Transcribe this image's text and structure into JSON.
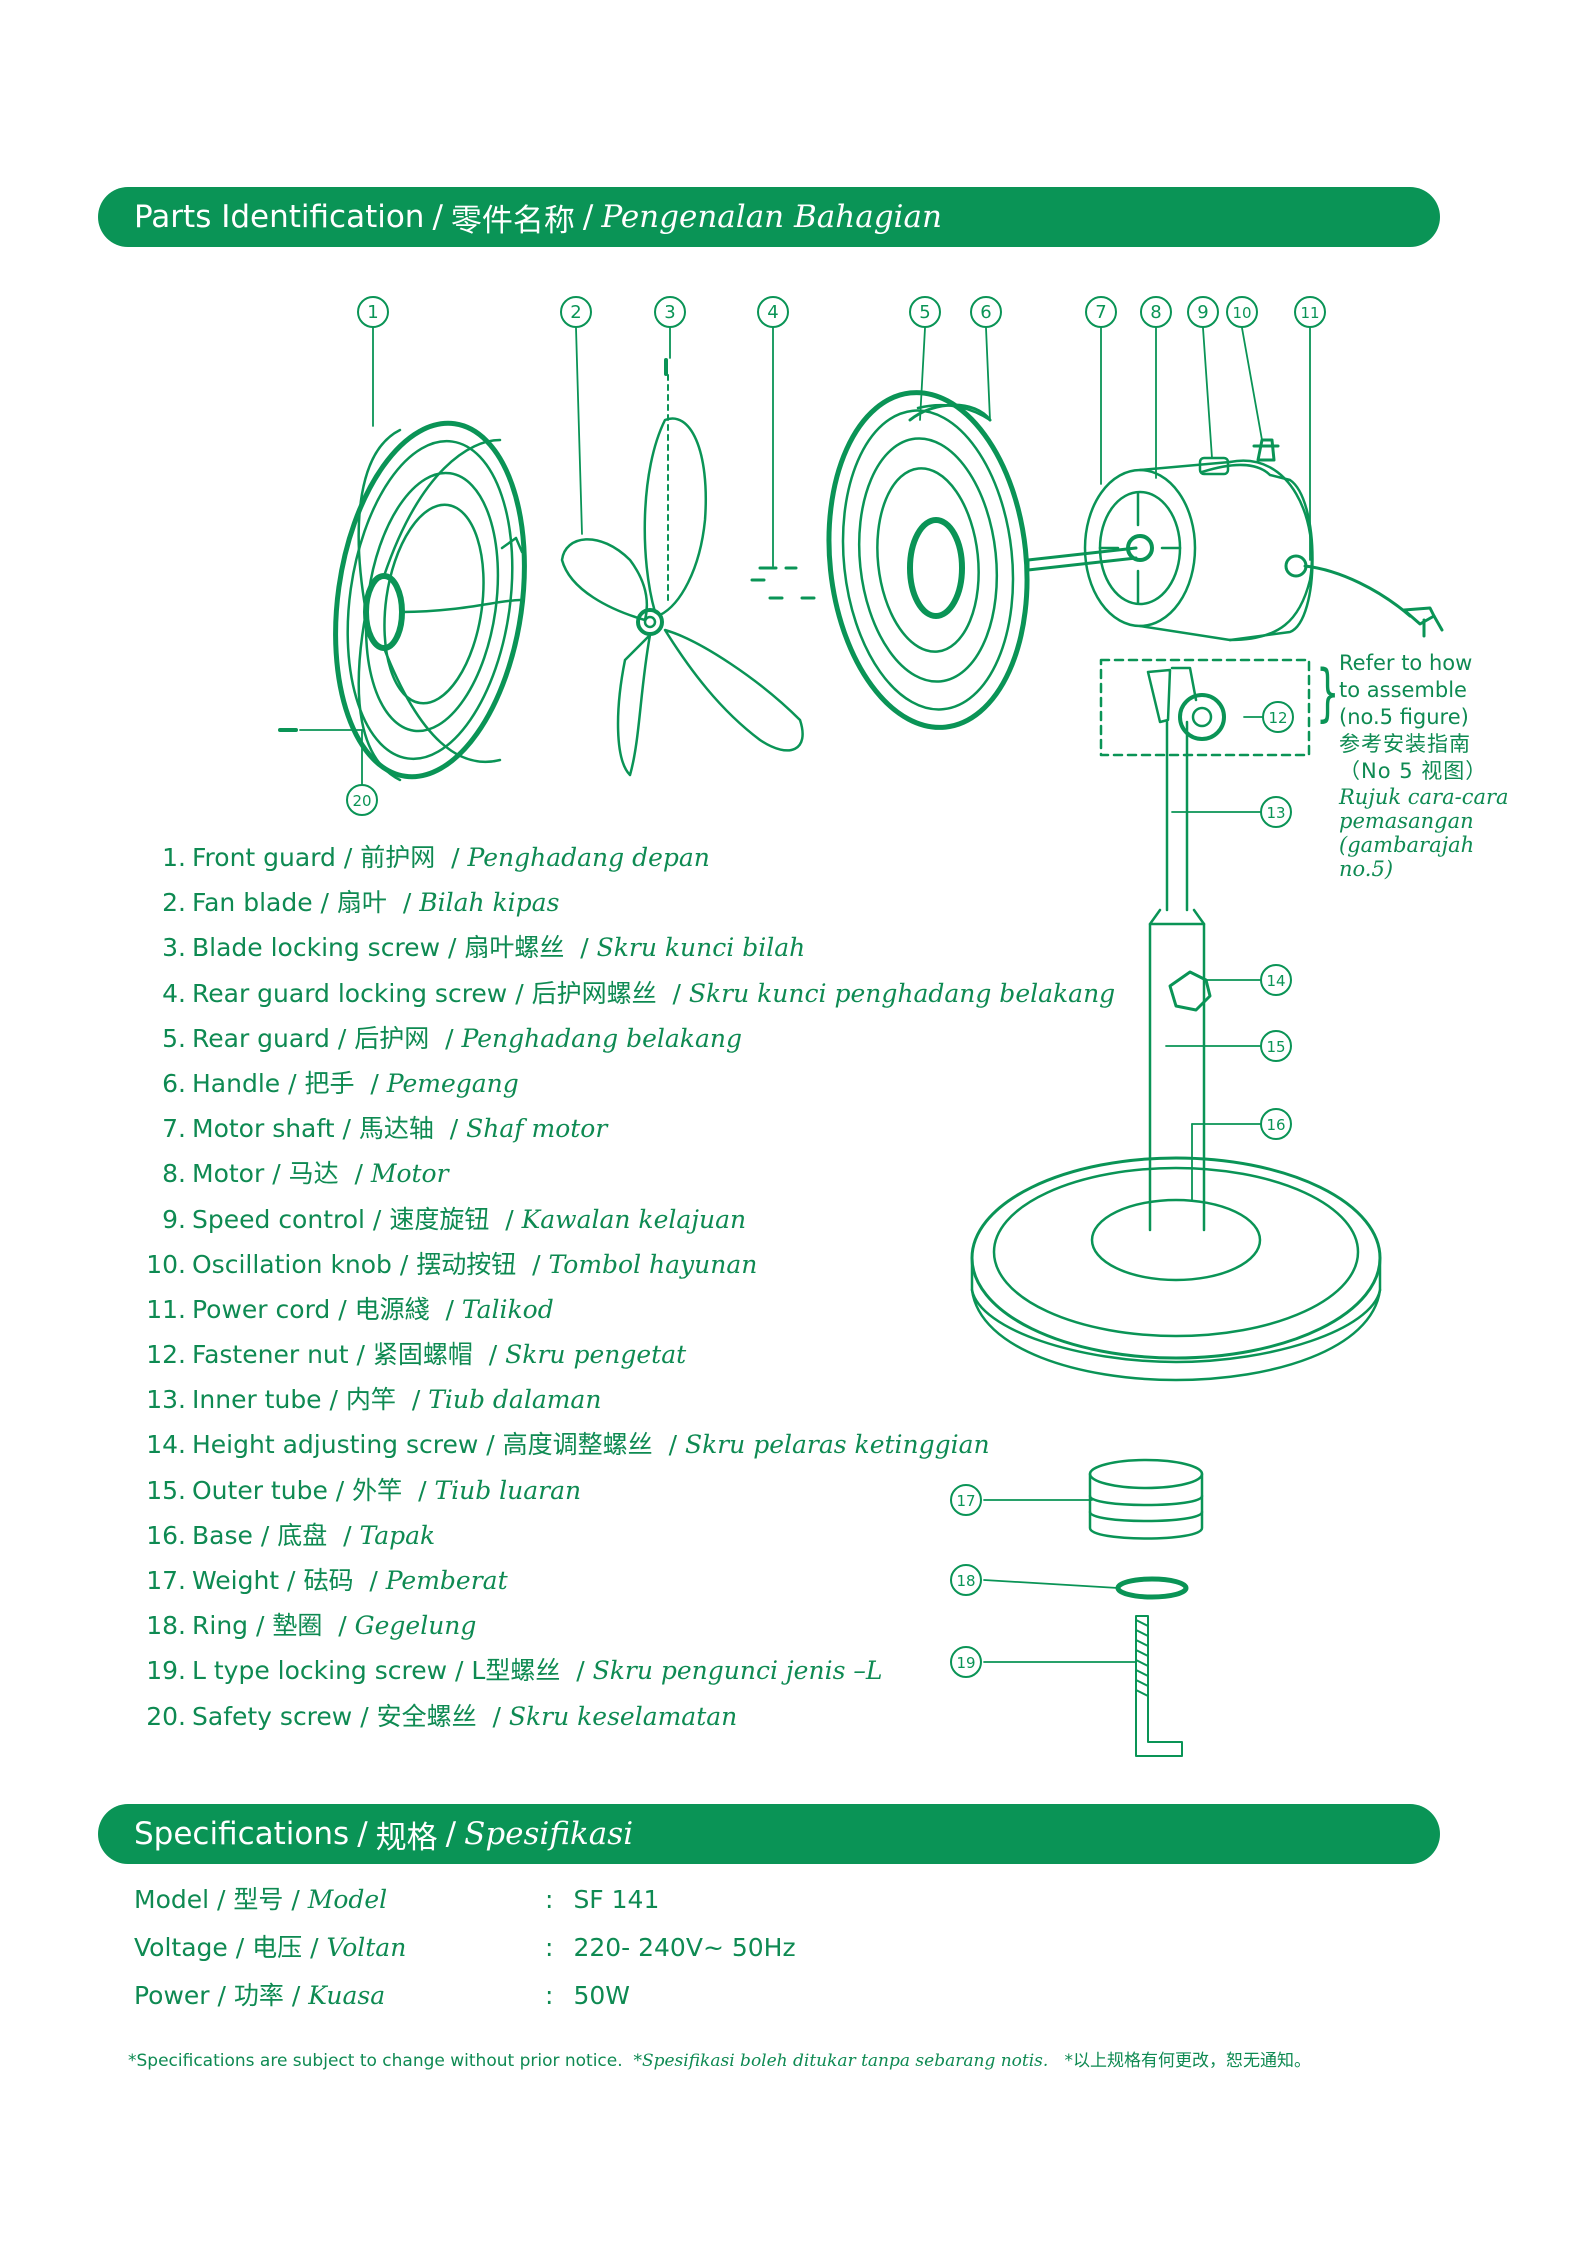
{
  "sections": {
    "parts": {
      "en": "Parts Identification",
      "zh": "零件名称",
      "ms": "Pengenalan Bahagian"
    },
    "specs": {
      "en": "Specifications",
      "zh": "规格",
      "ms": "Spesifikasi"
    }
  },
  "parts": [
    {
      "num": "1.",
      "en": "Front guard",
      "zh": "前护网",
      "ms": "Penghadang depan"
    },
    {
      "num": "2.",
      "en": "Fan blade",
      "zh": "扇叶",
      "ms": "Bilah kipas"
    },
    {
      "num": "3.",
      "en": "Blade locking screw",
      "zh": "扇叶螺丝",
      "ms": "Skru kunci bilah"
    },
    {
      "num": "4.",
      "en": "Rear guard locking screw",
      "zh": "后护网螺丝",
      "ms": "Skru kunci penghadang belakang"
    },
    {
      "num": "5.",
      "en": "Rear guard",
      "zh": "后护网",
      "ms": "Penghadang belakang"
    },
    {
      "num": "6.",
      "en": "Handle",
      "zh": "把手",
      "ms": "Pemegang"
    },
    {
      "num": "7.",
      "en": "Motor shaft",
      "zh": "馬达轴",
      "ms": "Shaf motor"
    },
    {
      "num": "8.",
      "en": "Motor",
      "zh": "马达",
      "ms": "Motor"
    },
    {
      "num": "9.",
      "en": "Speed control",
      "zh": "速度旋钮",
      "ms": "Kawalan kelajuan"
    },
    {
      "num": "10.",
      "en": "Oscillation knob",
      "zh": "摆动按钮",
      "ms": "Tombol hayunan"
    },
    {
      "num": "11.",
      "en": "Power cord",
      "zh": "电源綫",
      "ms": "Talikod"
    },
    {
      "num": "12.",
      "en": "Fastener nut",
      "zh": "紧固螺帽",
      "ms": "Skru pengetat"
    },
    {
      "num": "13.",
      "en": "Inner tube",
      "zh": "内竿",
      "ms": "Tiub dalaman"
    },
    {
      "num": "14.",
      "en": "Height adjusting screw",
      "zh": "高度调整螺丝",
      "ms": "Skru pelaras ketinggian"
    },
    {
      "num": "15.",
      "en": "Outer tube",
      "zh": "外竿",
      "ms": "Tiub luaran"
    },
    {
      "num": "16.",
      "en": "Base",
      "zh": "底盘",
      "ms": "Tapak"
    },
    {
      "num": "17.",
      "en": "Weight",
      "zh": "砝码",
      "ms": "Pemberat"
    },
    {
      "num": "18.",
      "en": "Ring",
      "zh": "墊圈",
      "ms": "Gegelung"
    },
    {
      "num": "19.",
      "en": "L type locking screw",
      "zh": "L型螺丝",
      "ms": "Skru pengunci jenis –L"
    },
    {
      "num": "20.",
      "en": "Safety screw",
      "zh": "安全螺丝",
      "ms": "Skru keselamatan"
    }
  ],
  "diagram": {
    "callouts": [
      "①",
      "②",
      "③",
      "④",
      "⑤",
      "⑥",
      "⑦",
      "⑧",
      "⑨",
      "⑩",
      "⑪",
      "⑫",
      "⑬",
      "⑭",
      "⑮",
      "⑯",
      "⑰",
      "⑱",
      "⑲",
      "⑳"
    ],
    "refer_note": {
      "en": [
        "Refer to how",
        "to assemble",
        "(no.5 figure)"
      ],
      "zh": [
        "参考安装指南",
        "（No 5 视图）"
      ],
      "ms": [
        "Rujuk cara-cara",
        "pemasangan",
        "(gambarajah",
        "no.5)"
      ]
    }
  },
  "specs": [
    {
      "en": "Model",
      "zh": "型号",
      "ms": "Model",
      "value": "SF 141"
    },
    {
      "en": "Voltage",
      "zh": "电压",
      "ms": "Voltan",
      "value": "220- 240V~ 50Hz"
    },
    {
      "en": "Power",
      "zh": "功率",
      "ms": "Kuasa",
      "value": "50W"
    }
  ],
  "footnote": {
    "en": "*Specifications are subject to change without prior notice.",
    "ms": "*Spesifikasi boleh ditukar tanpa sebarang notis.",
    "zh": "*以上规格有何更改，恕无通知。"
  },
  "colors": {
    "brand_green": "#0a9456",
    "text_green": "#0e8a52"
  }
}
